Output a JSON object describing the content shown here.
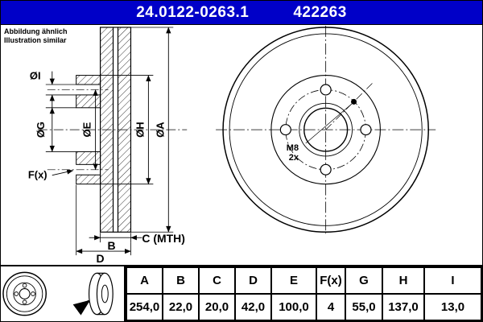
{
  "header": {
    "part_number": "24.0122-0263.1",
    "ref_number": "422263"
  },
  "note": {
    "line1": "Abbildung ähnlich",
    "line2": "Illustration similar"
  },
  "drawing": {
    "dim_labels": {
      "i": "ØI",
      "g": "ØG",
      "e": "ØE",
      "h": "ØH",
      "a": "ØA",
      "f": "F(x)",
      "b": "B",
      "c": "C (MTH)",
      "d": "D"
    },
    "thread_label": "M8",
    "thread_count": "2x"
  },
  "table": {
    "cols": [
      {
        "label": "A",
        "value": "254,0"
      },
      {
        "label": "B",
        "value": "22,0"
      },
      {
        "label": "C",
        "value": "20,0"
      },
      {
        "label": "D",
        "value": "42,0"
      },
      {
        "label": "E",
        "value": "100,0"
      },
      {
        "label": "F(x)",
        "value": "4"
      },
      {
        "label": "G",
        "value": "55,0"
      },
      {
        "label": "H",
        "value": "137,0"
      },
      {
        "label": "I",
        "value": "13,0"
      }
    ]
  },
  "colors": {
    "header_bg": "#0000C8",
    "header_text": "#FFFFFF",
    "line": "#000000",
    "background": "#FFFFFF"
  }
}
